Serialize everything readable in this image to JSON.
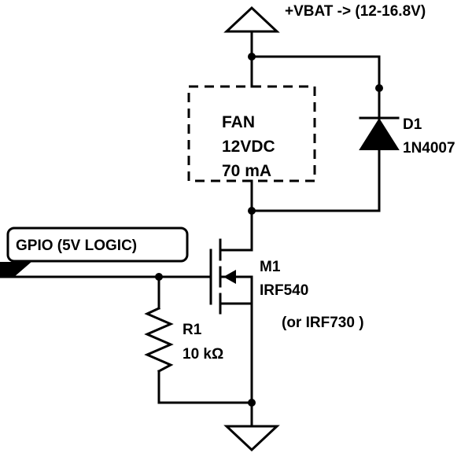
{
  "supply": {
    "label": "+VBAT -> (12-16.8V)"
  },
  "fan": {
    "line1": "FAN",
    "line2": "12VDC",
    "line3": "70 mA"
  },
  "diode": {
    "ref": "D1",
    "part": "1N4007"
  },
  "mosfet": {
    "ref": "M1",
    "part": "IRF540",
    "alt": "(or IRF730 )"
  },
  "resistor": {
    "ref": "R1",
    "value": "10 kΩ"
  },
  "gpio": {
    "label": "GPIO (5V LOGIC)"
  }
}
